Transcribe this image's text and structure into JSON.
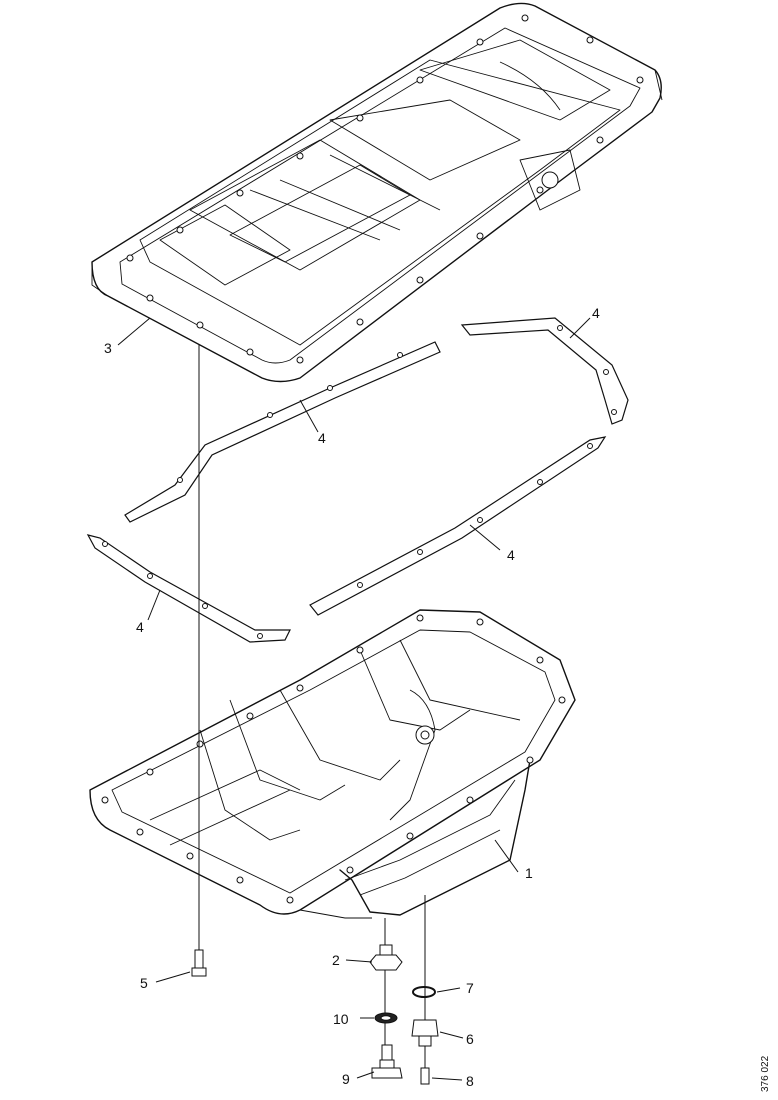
{
  "callouts": {
    "c1": "1",
    "c2": "2",
    "c3": "3",
    "c4a": "4",
    "c4b": "4",
    "c4c": "4",
    "c4d": "4",
    "c5": "5",
    "c6": "6",
    "c7": "7",
    "c8": "8",
    "c9": "9",
    "c10": "10"
  },
  "drawing_ref": "376 022"
}
